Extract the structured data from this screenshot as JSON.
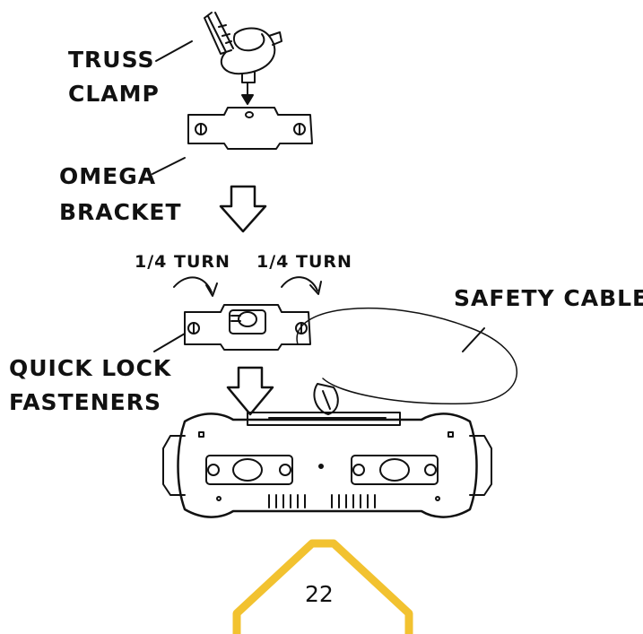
{
  "labels": {
    "truss_clamp_line1": "TRUSS",
    "truss_clamp_line2": "CLAMP",
    "omega_line1": "OMEGA",
    "omega_line2": "BRACKET",
    "turn_left": "1/4 TURN",
    "turn_right": "1/4 TURN",
    "safety_cable": "SAFETY CABLE",
    "quick_line1": "QUICK LOCK",
    "quick_line2": "FASTENERS"
  },
  "page_number": "22",
  "colors": {
    "line": "#111111",
    "page_tab": "#F2C230"
  }
}
